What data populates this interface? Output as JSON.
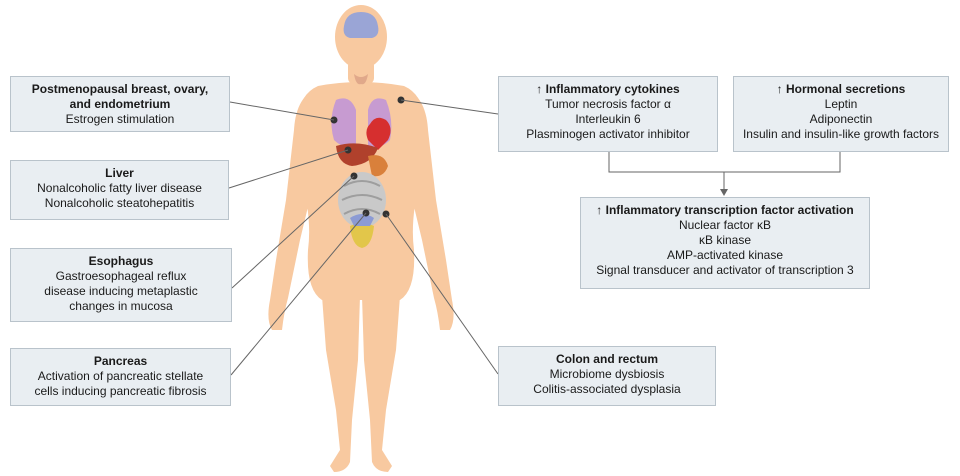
{
  "left_boxes": {
    "breast": {
      "title": "Postmenopausal breast, ovary,",
      "title2": "and endometrium",
      "lines": [
        "Estrogen stimulation"
      ]
    },
    "liver": {
      "title": "Liver",
      "lines": [
        "Nonalcoholic fatty liver disease",
        "Nonalcoholic steatohepatitis"
      ]
    },
    "esophagus": {
      "title": "Esophagus",
      "lines": [
        "Gastroesophageal reflux",
        "disease inducing metaplastic",
        "changes in mucosa"
      ]
    },
    "pancreas": {
      "title": "Pancreas",
      "lines": [
        "Activation of pancreatic stellate",
        "cells inducing pancreatic fibrosis"
      ]
    }
  },
  "right_boxes": {
    "cytokines": {
      "arrow": "↑",
      "title": "Inflammatory cytokines",
      "lines": [
        "Tumor necrosis factor α",
        "Interleukin 6",
        "Plasminogen activator inhibitor"
      ]
    },
    "hormonal": {
      "arrow": "↑",
      "title": "Hormonal secretions",
      "lines": [
        "Leptin",
        "Adiponectin",
        "Insulin and insulin-like growth factors"
      ]
    },
    "transcription": {
      "arrow": "↑",
      "title": "Inflammatory transcription factor activation",
      "lines": [
        "Nuclear factor κB",
        "κB kinase",
        "AMP-activated kinase",
        "Signal transducer and activator of transcription 3"
      ]
    },
    "colon": {
      "title": "Colon and rectum",
      "lines": [
        "Microbiome dysbiosis",
        "Colitis-associated dysplasia"
      ]
    }
  },
  "colors": {
    "box_bg": "#e9eef2",
    "box_border": "#b9c3cb",
    "body_skin": "#f8c9a0",
    "lungs": "#c79bd1",
    "heart": "#d62f2f",
    "liver": "#b0412c",
    "intestine": "#c9c9c9",
    "bladder": "#e2c64a",
    "brain": "#9aa5d6",
    "connector": "#666666"
  }
}
